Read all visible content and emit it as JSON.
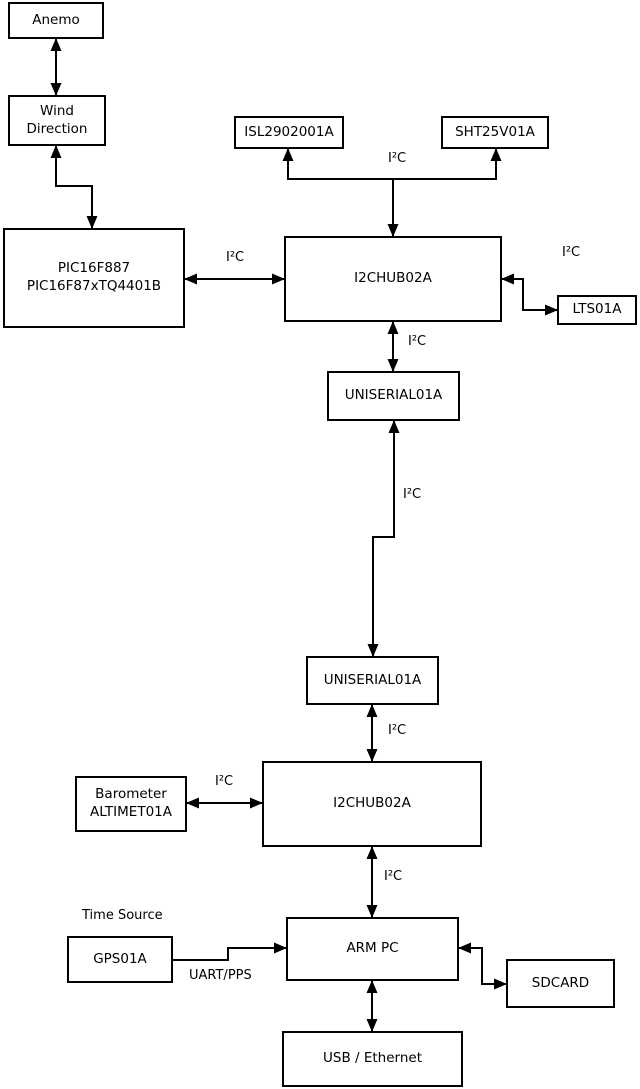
{
  "diagram": {
    "boxes": {
      "anemo": {
        "label": "Anemo"
      },
      "wind_direction": {
        "line1": "Wind",
        "line2": "Direction"
      },
      "pic_controller": {
        "line1": "PIC16F887",
        "line2": "PIC16F87xTQ4401B"
      },
      "isl_sensor": {
        "label": "ISL2902001A"
      },
      "sht_sensor": {
        "label": "SHT25V01A"
      },
      "i2c_hub_upper": {
        "label": "I2CHUB02A"
      },
      "lts_sensor": {
        "label": "LTS01A"
      },
      "uniserial_upper": {
        "label": "UNISERIAL01A"
      },
      "uniserial_lower": {
        "label": "UNISERIAL01A"
      },
      "barometer": {
        "line1": "Barometer",
        "line2": "ALTIMET01A"
      },
      "i2c_hub_lower": {
        "label": "I2CHUB02A"
      },
      "gps": {
        "label": "GPS01A"
      },
      "arm_pc": {
        "label": "ARM PC"
      },
      "sdcard": {
        "label": "SDCARD"
      },
      "usb_ethernet": {
        "label": "USB / Ethernet"
      }
    },
    "edge_labels": {
      "i2c": "I²C",
      "time_source": "Time Source",
      "uart_pps": "UART/PPS"
    },
    "edges": [
      {
        "from": "Anemo",
        "to": "Wind Direction",
        "bidirectional": true
      },
      {
        "from": "Wind Direction",
        "to": "PIC16F887 PIC16F87xTQ4401B",
        "bidirectional": true
      },
      {
        "from": "PIC16F887 PIC16F87xTQ4401B",
        "to": "I2CHUB02A (upper)",
        "label": "I²C",
        "bidirectional": true
      },
      {
        "from": "I2CHUB02A (upper)",
        "to": "ISL2902001A",
        "label": "I²C",
        "bidirectional": true
      },
      {
        "from": "I2CHUB02A (upper)",
        "to": "SHT25V01A",
        "label": "I²C",
        "bidirectional": false
      },
      {
        "from": "I2CHUB02A (upper)",
        "to": "LTS01A",
        "label": "I²C",
        "bidirectional": true
      },
      {
        "from": "I2CHUB02A (upper)",
        "to": "UNISERIAL01A (upper)",
        "label": "I²C",
        "bidirectional": true
      },
      {
        "from": "UNISERIAL01A (upper)",
        "to": "UNISERIAL01A (lower)",
        "label": "I²C",
        "bidirectional": true
      },
      {
        "from": "UNISERIAL01A (lower)",
        "to": "I2CHUB02A (lower)",
        "label": "I²C",
        "bidirectional": true
      },
      {
        "from": "Barometer ALTIMET01A",
        "to": "I2CHUB02A (lower)",
        "label": "I²C",
        "bidirectional": true
      },
      {
        "from": "I2CHUB02A (lower)",
        "to": "ARM PC",
        "label": "I²C",
        "bidirectional": true
      },
      {
        "from": "GPS01A",
        "to": "ARM PC",
        "label": "UART/PPS",
        "bidirectional": false
      },
      {
        "from": "ARM PC",
        "to": "SDCARD",
        "bidirectional": true
      },
      {
        "from": "ARM PC",
        "to": "USB / Ethernet",
        "bidirectional": true
      }
    ],
    "colors": {
      "background": "#ffffff",
      "box_fill": "#ffffff",
      "stroke": "#000000",
      "text": "#000000"
    }
  }
}
